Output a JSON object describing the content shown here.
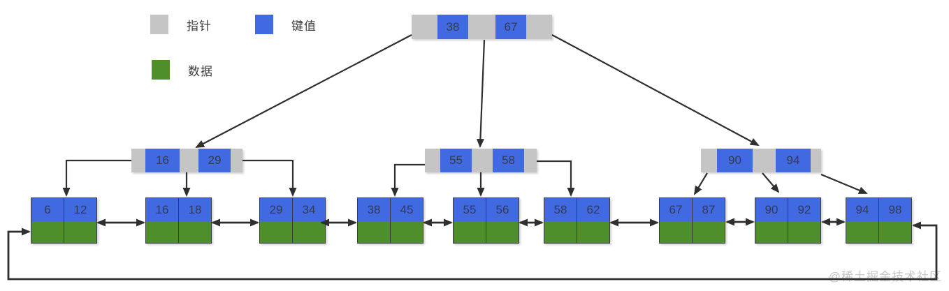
{
  "legend": {
    "pointer": {
      "label": "指针",
      "color": "#c5c5c5"
    },
    "key": {
      "label": "键值",
      "color": "#4169e1"
    },
    "data": {
      "label": "数据",
      "color": "#4e8f2b"
    }
  },
  "tree": {
    "type": "B+ tree",
    "root": {
      "keys": [
        "38",
        "67"
      ]
    },
    "internal_nodes": [
      {
        "keys": [
          "16",
          "29"
        ]
      },
      {
        "keys": [
          "55",
          "58"
        ]
      },
      {
        "keys": [
          "90",
          "94"
        ]
      }
    ],
    "leaf_nodes": [
      {
        "keys": [
          "6",
          "12"
        ]
      },
      {
        "keys": [
          "16",
          "18"
        ]
      },
      {
        "keys": [
          "29",
          "34"
        ]
      },
      {
        "keys": [
          "38",
          "45"
        ]
      },
      {
        "keys": [
          "55",
          "56"
        ]
      },
      {
        "keys": [
          "58",
          "62"
        ]
      },
      {
        "keys": [
          "67",
          "87"
        ]
      },
      {
        "keys": [
          "90",
          "92"
        ]
      },
      {
        "keys": [
          "94",
          "98"
        ]
      }
    ]
  },
  "watermark": "@稀土掘金技术社区",
  "colors": {
    "pointer_cell": "#c5c5c5",
    "key_cell": "#4169e1",
    "data_cell": "#4e8f2b",
    "arrow_line": "#2f2f2f",
    "cell_text": "#333c50"
  }
}
